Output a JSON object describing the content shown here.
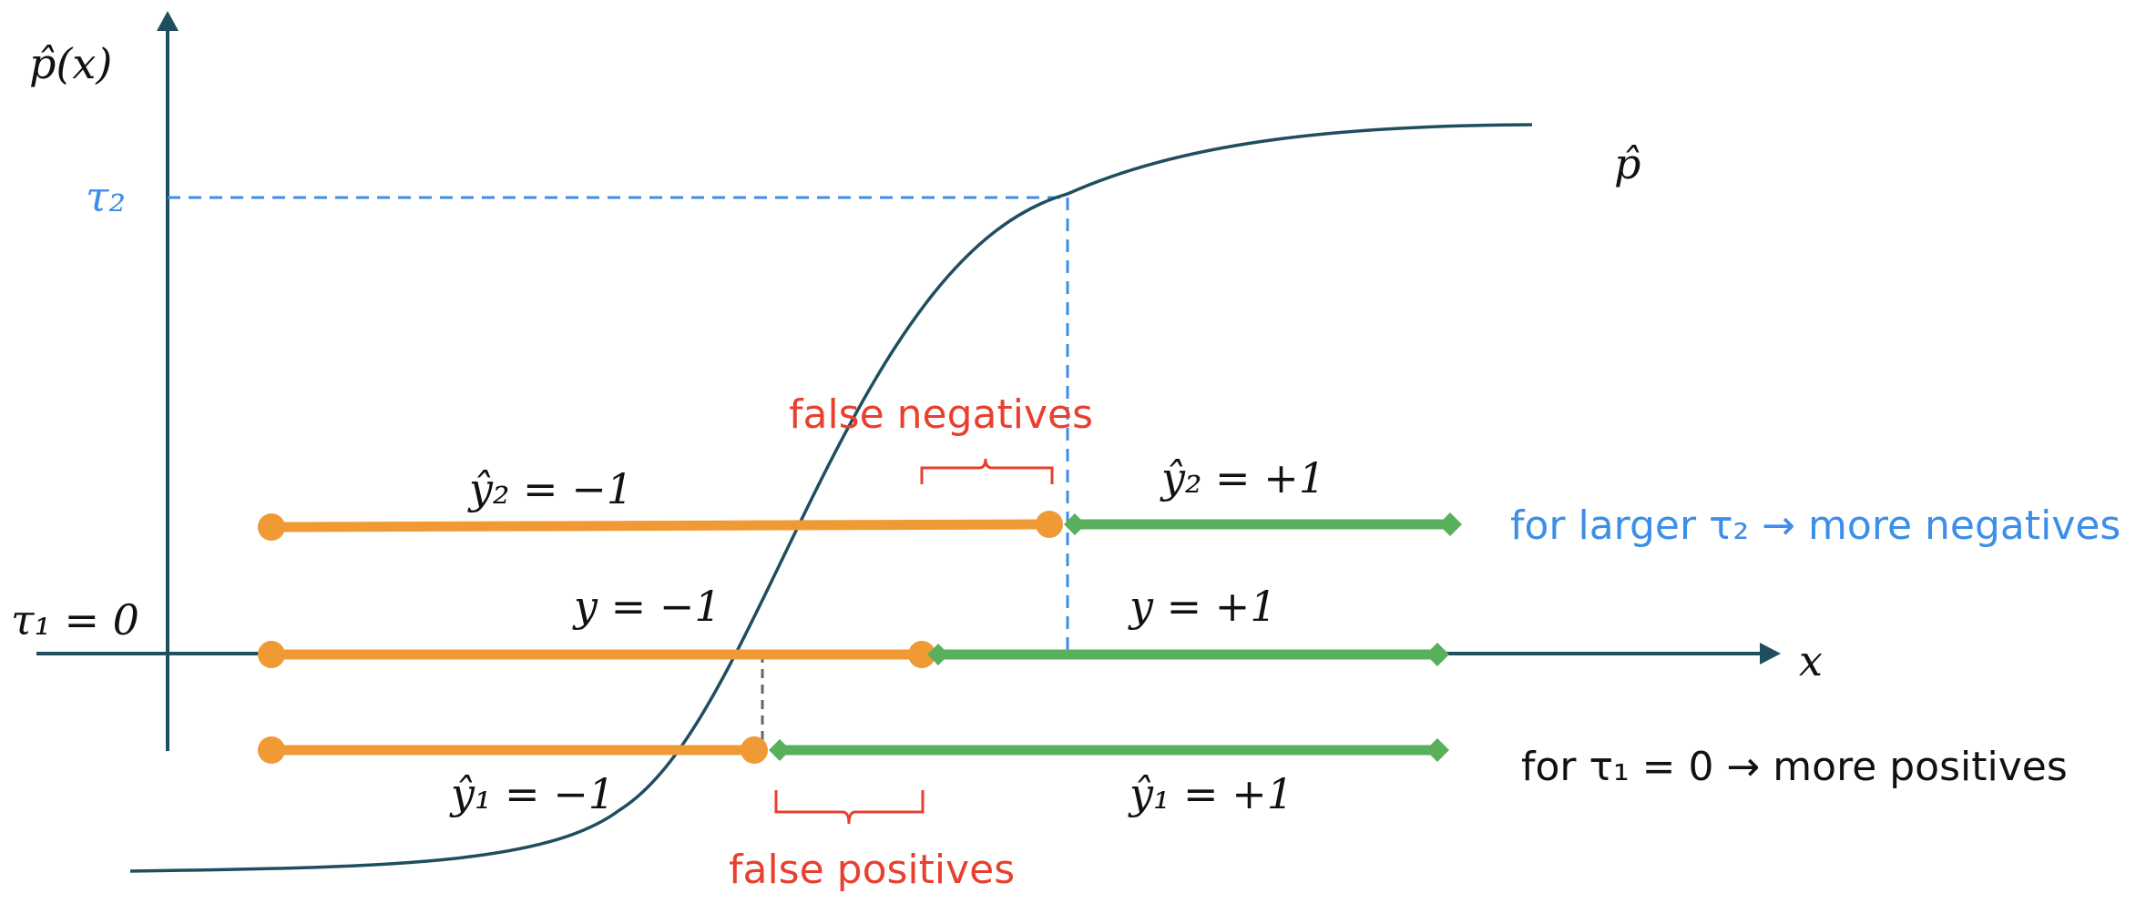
{
  "colors": {
    "axis": "#1f4e5f",
    "curve": "#1f4e5f",
    "negative": "#f09a36",
    "positive": "#58b05c",
    "threshold": "#3d8ee8",
    "error": "#e8402f",
    "guide": "#666666"
  },
  "axes": {
    "y_label": "p̂(x)",
    "x_label": "x"
  },
  "curve_label": "p̂",
  "thresholds": {
    "tau2_label": "τ₂",
    "tau1_label": "τ₁ = 0"
  },
  "rows": {
    "pred2": {
      "neg_label": "ŷ₂ = −1",
      "pos_label": "ŷ₂ = +1"
    },
    "truth": {
      "neg_label": "y = −1",
      "pos_label": "y = +1"
    },
    "pred1": {
      "neg_label": "ŷ₁ = −1",
      "pos_label": "ŷ₁ = +1"
    }
  },
  "annotations": {
    "false_negatives": "false negatives",
    "false_positives": "false positives",
    "note_tau2": "for larger τ₂ → more negatives",
    "note_tau1": "for τ₁ = 0 → more positives"
  }
}
